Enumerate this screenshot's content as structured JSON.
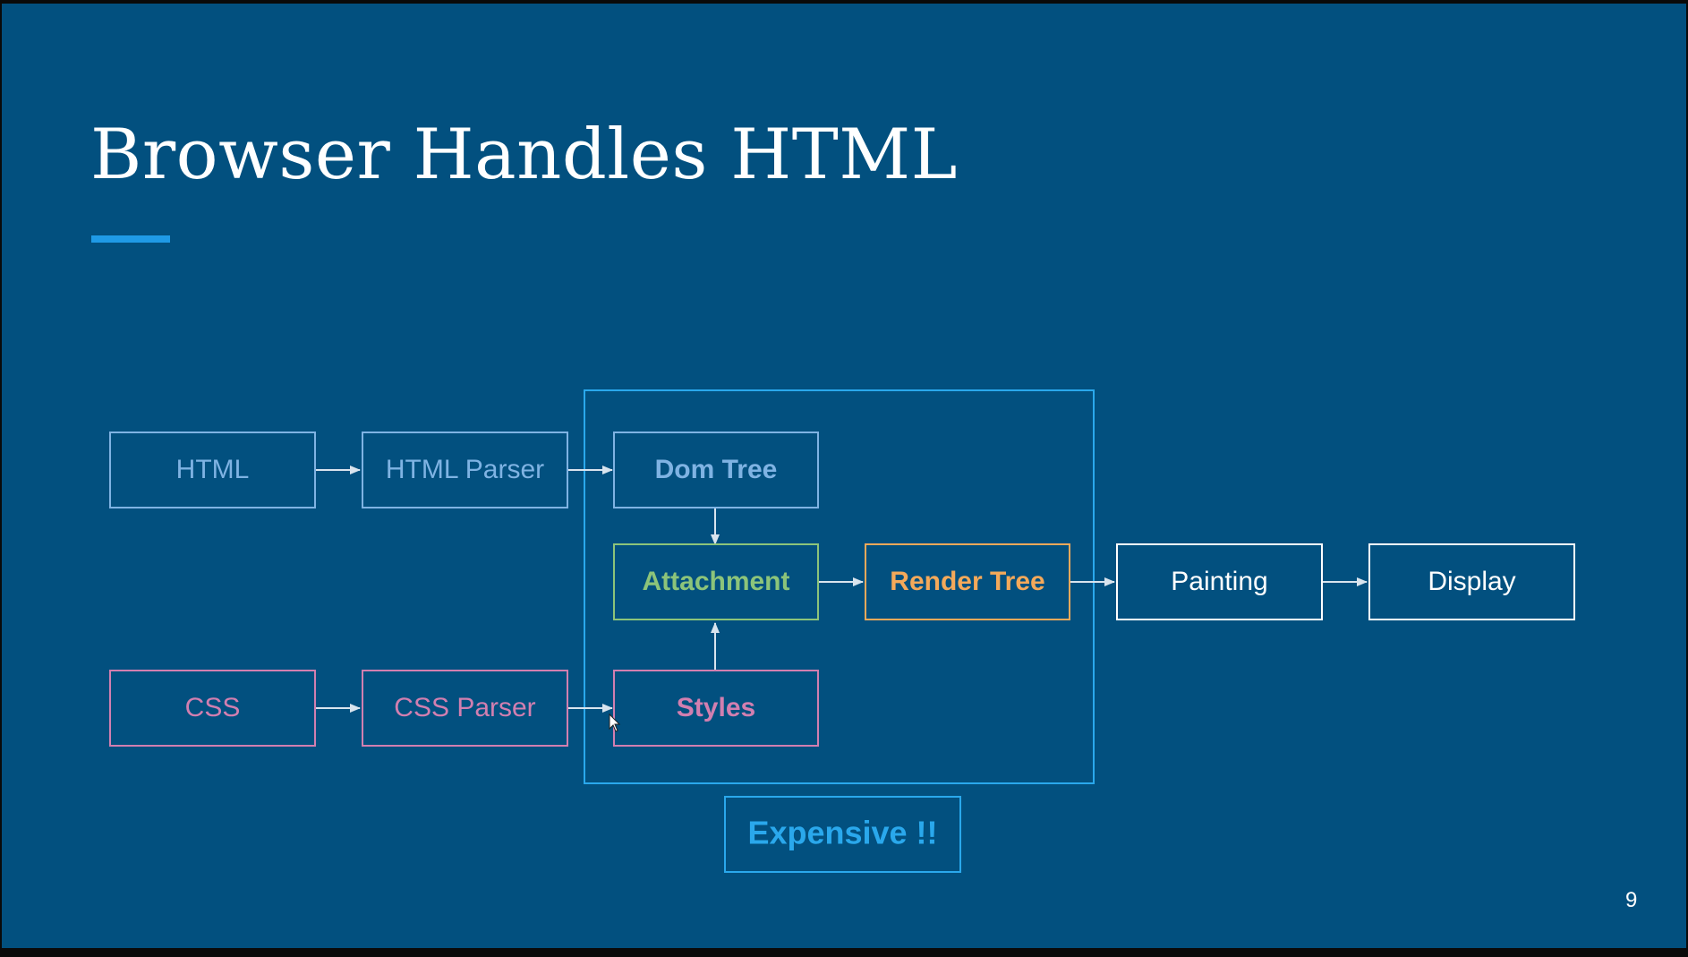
{
  "slide": {
    "title": "Browser Handles HTML",
    "page_number": "9"
  },
  "colors": {
    "background": "#02507f",
    "accent": "#1f9ae6",
    "html_path": "#7fb3e3",
    "css_path": "#d27fb0",
    "attachment": "#8cc47a",
    "render_tree": "#f4a95a",
    "output": "#ffffff",
    "expensive": "#2aa8ec"
  },
  "diagram": {
    "nodes": {
      "html": "HTML",
      "html_parser": "HTML Parser",
      "dom_tree": "Dom Tree",
      "attachment": "Attachment",
      "render_tree": "Render Tree",
      "painting": "Painting",
      "display": "Display",
      "css": "CSS",
      "css_parser": "CSS Parser",
      "styles": "Styles"
    },
    "callout": "Expensive !!"
  }
}
